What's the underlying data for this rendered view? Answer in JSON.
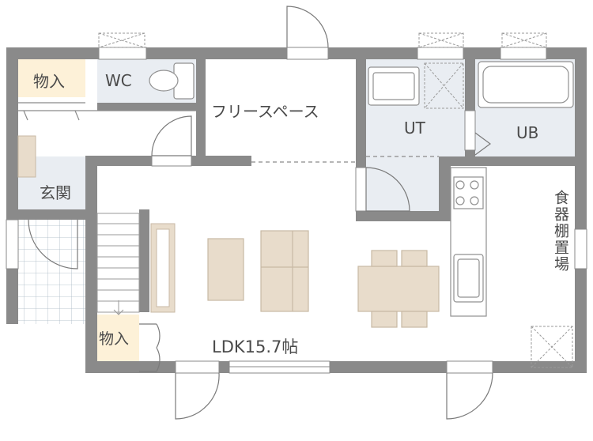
{
  "rooms": {
    "storage_top": "物入",
    "wc": "WC",
    "free_space": "フリースペース",
    "ut": "UT",
    "ub": "UB",
    "entrance": "玄関",
    "food_shelf": "食器棚置場",
    "storage_bottom": "物入",
    "ldk": "LDK15.7帖"
  },
  "colors": {
    "wall": "#8a8a8a",
    "wet_floor": "#e9edf2",
    "storage_floor": "#fdf1d8",
    "furniture": "#e8dccb",
    "furniture_line": "#c8b9a4",
    "fixture_line": "#909090"
  }
}
